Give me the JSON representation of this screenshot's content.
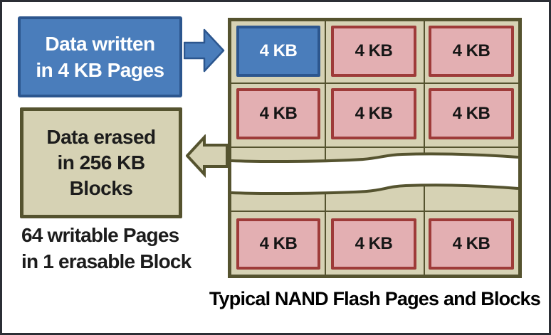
{
  "caption": {
    "text": "Typical NAND Flash Pages and Blocks"
  },
  "write_box": {
    "line1": "Data written",
    "line2": "in 4 KB Pages"
  },
  "erase_box": {
    "line1": "Data erased",
    "line2": "in 256 KB",
    "line3": "Blocks"
  },
  "note": {
    "line1": "64 writable Pages",
    "line2": "in 1 erasable Block"
  },
  "icons": {
    "write_arrow": "right-block-arrow",
    "erase_arrow": "left-block-arrow",
    "tear": "wavy-break-band"
  },
  "grid": {
    "rows": [
      {
        "cells": [
          {
            "label": "4 KB",
            "state": "written"
          },
          {
            "label": "4 KB",
            "state": "erased"
          },
          {
            "label": "4 KB",
            "state": "erased"
          }
        ]
      },
      {
        "cells": [
          {
            "label": "4 KB",
            "state": "erased"
          },
          {
            "label": "4 KB",
            "state": "erased"
          },
          {
            "label": "4 KB",
            "state": "erased"
          }
        ]
      },
      {
        "cells": [
          {
            "label": "4 KB",
            "state": "erased"
          },
          {
            "label": "4 KB",
            "state": "erased"
          },
          {
            "label": "4 KB",
            "state": "erased"
          }
        ]
      }
    ]
  },
  "colors": {
    "page_written_fill": "#4a7dbb",
    "page_written_border": "#2c568e",
    "page_erased_fill": "#e3afb2",
    "page_erased_border": "#9e3b39",
    "block_fill": "#d6d2b4",
    "block_border": "#55532f",
    "frame": "#2b2e35"
  }
}
